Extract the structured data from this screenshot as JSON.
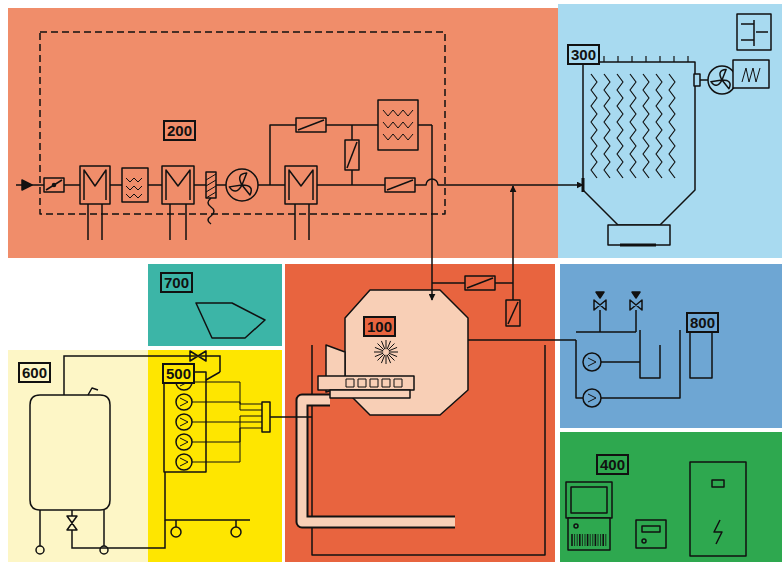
{
  "diagram": {
    "nodes": [
      {
        "text": [
          "200"
        ]
      },
      {
        "text": [
          "300"
        ]
      },
      {
        "text": [
          "700"
        ]
      },
      {
        "text": [
          "100"
        ]
      },
      {
        "text": [
          "800"
        ]
      },
      {
        "text": [
          "600"
        ]
      },
      {
        "text": [
          "500"
        ]
      },
      {
        "text": [
          "400"
        ]
      }
    ],
    "edges": [
      {
        "from": 0,
        "to": 1,
        "arrow": "to"
      },
      {
        "from": 0,
        "to": 3,
        "arrow": "to"
      },
      {
        "from": 3,
        "to": 0,
        "arrow": "to"
      },
      {
        "from": 5,
        "to": 6,
        "arrow": "none"
      },
      {
        "from": 6,
        "to": 5,
        "arrow": "none"
      },
      {
        "from": 6,
        "to": 3,
        "arrow": "none"
      },
      {
        "from": 3,
        "to": 4,
        "arrow": "none"
      }
    ]
  }
}
